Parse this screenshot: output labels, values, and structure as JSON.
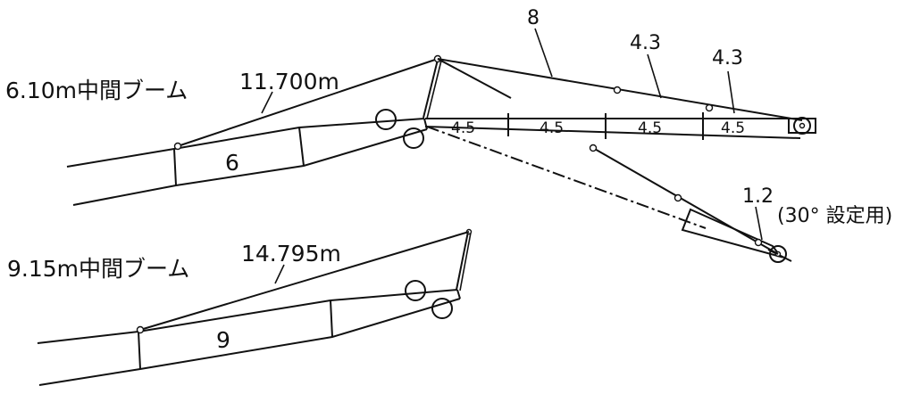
{
  "upper_boom": {
    "title": "6.10m中間ブーム",
    "tension_length": "11.700m",
    "section_label": "6"
  },
  "lower_boom": {
    "title": "9.15m中間ブーム",
    "tension_length": "14.795m",
    "section_label": "9"
  },
  "jib": {
    "upper_pendant": "8",
    "pendant_a": "4.3",
    "pendant_b": "4.3",
    "sections": [
      "4.5",
      "4.5",
      "4.5",
      "4.5"
    ],
    "offset_pendant": "1.2",
    "offset_note": "(30° 設定用)"
  }
}
